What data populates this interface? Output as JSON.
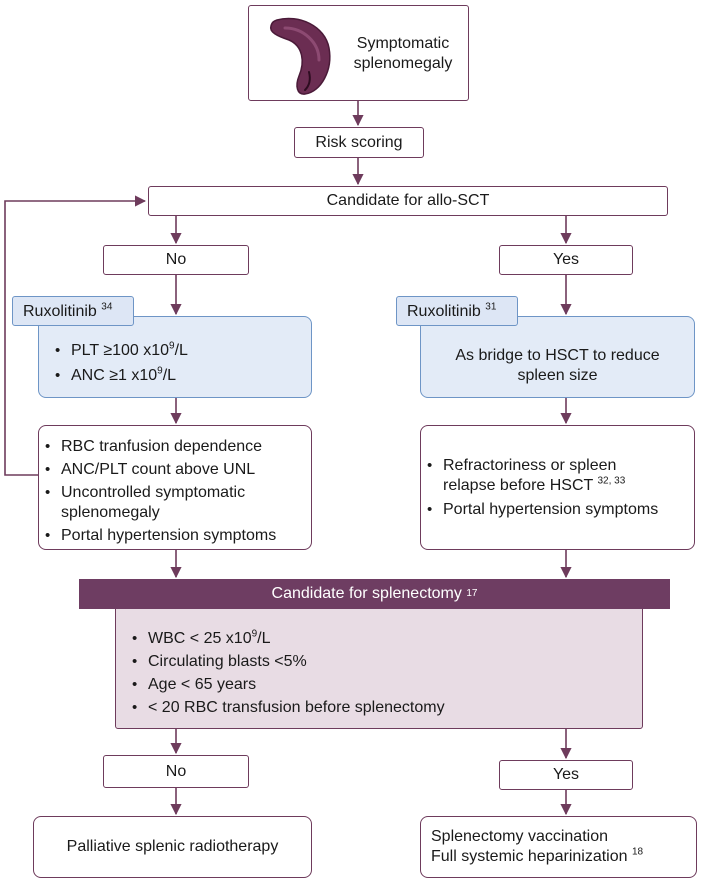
{
  "start": {
    "line1": "Symptomatic",
    "line2": "splenomegaly"
  },
  "risk_scoring": "Risk scoring",
  "allo_sct": "Candidate for allo-SCT",
  "left": {
    "decision": "No",
    "rux_label": "Ruxolitinib",
    "rux_ref": "34",
    "criteria": [
      {
        "text": "PLT ≥100 x10",
        "sup": "9",
        "unit": "/L"
      },
      {
        "text": "ANC ≥1 x10",
        "sup": "9",
        "unit": "/L"
      }
    ],
    "failure": [
      "RBC tranfusion dependence",
      "ANC/PLT count above UNL",
      "Uncontrolled symptomatic splenomegaly",
      "Portal hypertension symptoms"
    ]
  },
  "right": {
    "decision": "Yes",
    "rux_label": "Ruxolitinib",
    "rux_ref": "31",
    "bridge": "As bridge to HSCT to reduce spleen size",
    "failure": [
      {
        "text": "Refractoriness or spleen relapse before HSCT",
        "ref": "32, 33"
      },
      {
        "text": "Portal hypertension symptoms",
        "ref": ""
      }
    ]
  },
  "splenectomy": {
    "title": "Candidate for splenectomy",
    "ref": "17",
    "criteria": [
      {
        "text": "WBC < 25 x10",
        "sup": "9",
        "unit": "/L"
      },
      {
        "text": "Circulating blasts <5%",
        "sup": "",
        "unit": ""
      },
      {
        "text": "Age < 65 years",
        "sup": "",
        "unit": ""
      },
      {
        "text": "< 20 RBC transfusion before splenectomy",
        "sup": "",
        "unit": ""
      }
    ]
  },
  "outcome_no": {
    "decision": "No",
    "result": "Palliative splenic radiotherapy"
  },
  "outcome_yes": {
    "decision": "Yes",
    "line1": "Splenectomy vaccination",
    "line2": "Full systemic heparinization",
    "line2_ref": "18"
  }
}
